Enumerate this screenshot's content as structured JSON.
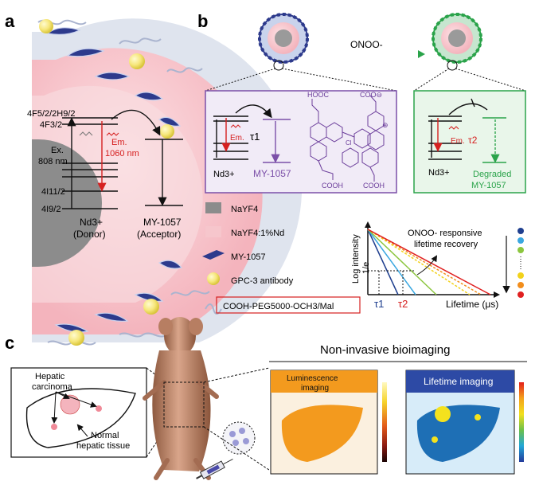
{
  "panel_a": {
    "letter": "a",
    "level_4f52": "4F5/2/2H9/2",
    "level_4f32": "4F3/2",
    "excitation_line1": "Ex.",
    "excitation_line2": "808 nm",
    "emission_line1": "Em.",
    "emission_line2": "1060 nm",
    "level_4i112": "4I11/2",
    "level_4i92": "4I9/2",
    "donor_line1": "Nd3+",
    "donor_line2": "(Donor)",
    "acceptor_line1": "MY-1057",
    "acceptor_line2": "(Acceptor)"
  },
  "panel_b": {
    "letter": "b",
    "reagent": "ONOO-",
    "left_box": {
      "em_label": "Em.",
      "tau": "τ1",
      "nd_label": "Nd3+",
      "acceptor": "MY-1057",
      "group_hooc": "HOOC",
      "group_coo": "COO⊖",
      "group_cooh_1": "COOH",
      "group_cooh_2": "COOH",
      "cl_label": "Cl",
      "plus_label": "⊕"
    },
    "right_box": {
      "em_label": "Em.",
      "tau": "τ2",
      "nd_label": "Nd3+",
      "degraded_line1": "Degraded",
      "degraded_line2": "MY-1057"
    },
    "legend": [
      {
        "label": "NaYF4",
        "swatch": "gray"
      },
      {
        "label": "NaYF4:1%Nd",
        "swatch": "pink"
      },
      {
        "label": "MY-1057",
        "swatch": "blue-ribbon"
      },
      {
        "label": "GPC-3 antibody",
        "swatch": "yellow-sphere"
      },
      {
        "label": "COOH-PEG5000-OCH3/Mal",
        "swatch": "helix"
      }
    ],
    "lifetime_plot": {
      "y_label": "Log intensity",
      "y_tick": "1/e",
      "x_label": "Lifetime (μs)",
      "tau1": "τ1",
      "tau2": "τ2",
      "annotation_line1": "ONOO- responsive",
      "annotation_line2": "lifetime recovery"
    },
    "colors": {
      "purple": "#7b4fa8",
      "green": "#2aa34a",
      "blue_dye": "#2d3a8c",
      "pink": "#f6c6cc",
      "red": "#d62020",
      "box_left_fill": "#f1ebf7",
      "box_right_fill": "#e9f6ea",
      "dot_colors": [
        "#1f3f8f",
        "#3aa7e0",
        "#8cc63f",
        "#f2d21b",
        "#f28e1c",
        "#e02020"
      ]
    }
  },
  "panel_c": {
    "letter": "c",
    "title": "Non-invasive bioimaging",
    "liver_label_line1": "Hepatic",
    "liver_label_line2": "carcinoma",
    "normal_line1": "Normal",
    "normal_line2": "hepatic tissue",
    "luminescence_line1": "Luminescence",
    "luminescence_line2": "imaging",
    "lifetime_title": "Lifetime imaging",
    "colors": {
      "orange": "#f39a1e",
      "lifetime_header": "#2d4aa5",
      "lifetime_bg": "#d7ecf9",
      "lumi_bg": "#fbf0df",
      "liver_blue": "#1e6fb5",
      "tumor_yellow": "#f4e21e"
    }
  }
}
